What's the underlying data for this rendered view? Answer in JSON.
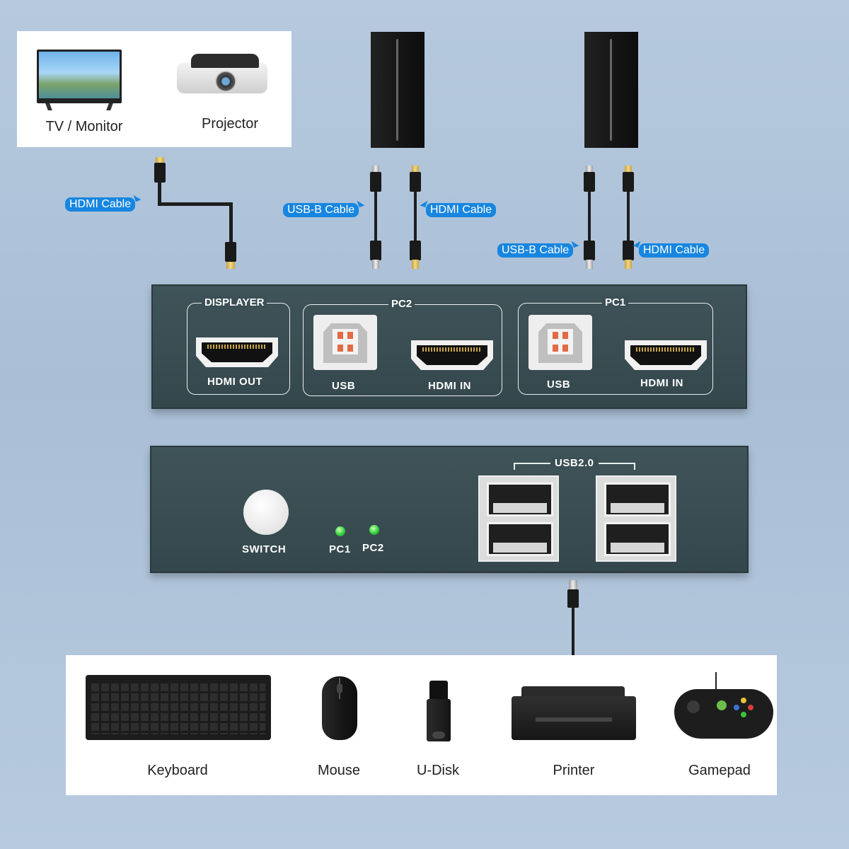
{
  "displays": {
    "tv_label": "TV / Monitor",
    "projector_label": "Projector"
  },
  "cable_tags": {
    "hdmi_display": "HDMI Cable",
    "usbb_pc2": "USB-B Cable",
    "hdmi_pc2": "HDMI Cable",
    "usbb_pc1": "USB-B Cable",
    "hdmi_pc1": "HDMI Cable"
  },
  "back_panel": {
    "displayer_title": "DISPLAYER",
    "hdmi_out_label": "HDMI OUT",
    "pc2_title": "PC2",
    "pc2_usb_label": "USB",
    "pc2_hdmi_label": "HDMI IN",
    "pc1_title": "PC1",
    "pc1_usb_label": "USB",
    "pc1_hdmi_label": "HDMI IN"
  },
  "front_panel": {
    "switch_label": "SWITCH",
    "led_pc1_label": "PC1",
    "led_pc2_label": "PC2",
    "usb_group_label": "USB2.0"
  },
  "peripherals": [
    {
      "label": "Keyboard"
    },
    {
      "label": "Mouse"
    },
    {
      "label": "U-Disk"
    },
    {
      "label": "Printer"
    },
    {
      "label": "Gamepad"
    }
  ],
  "colors": {
    "background": "#b0c5da",
    "device_body": "#3b4f54",
    "tag_blue": "#1786e0",
    "led_green": "#34d13a"
  }
}
